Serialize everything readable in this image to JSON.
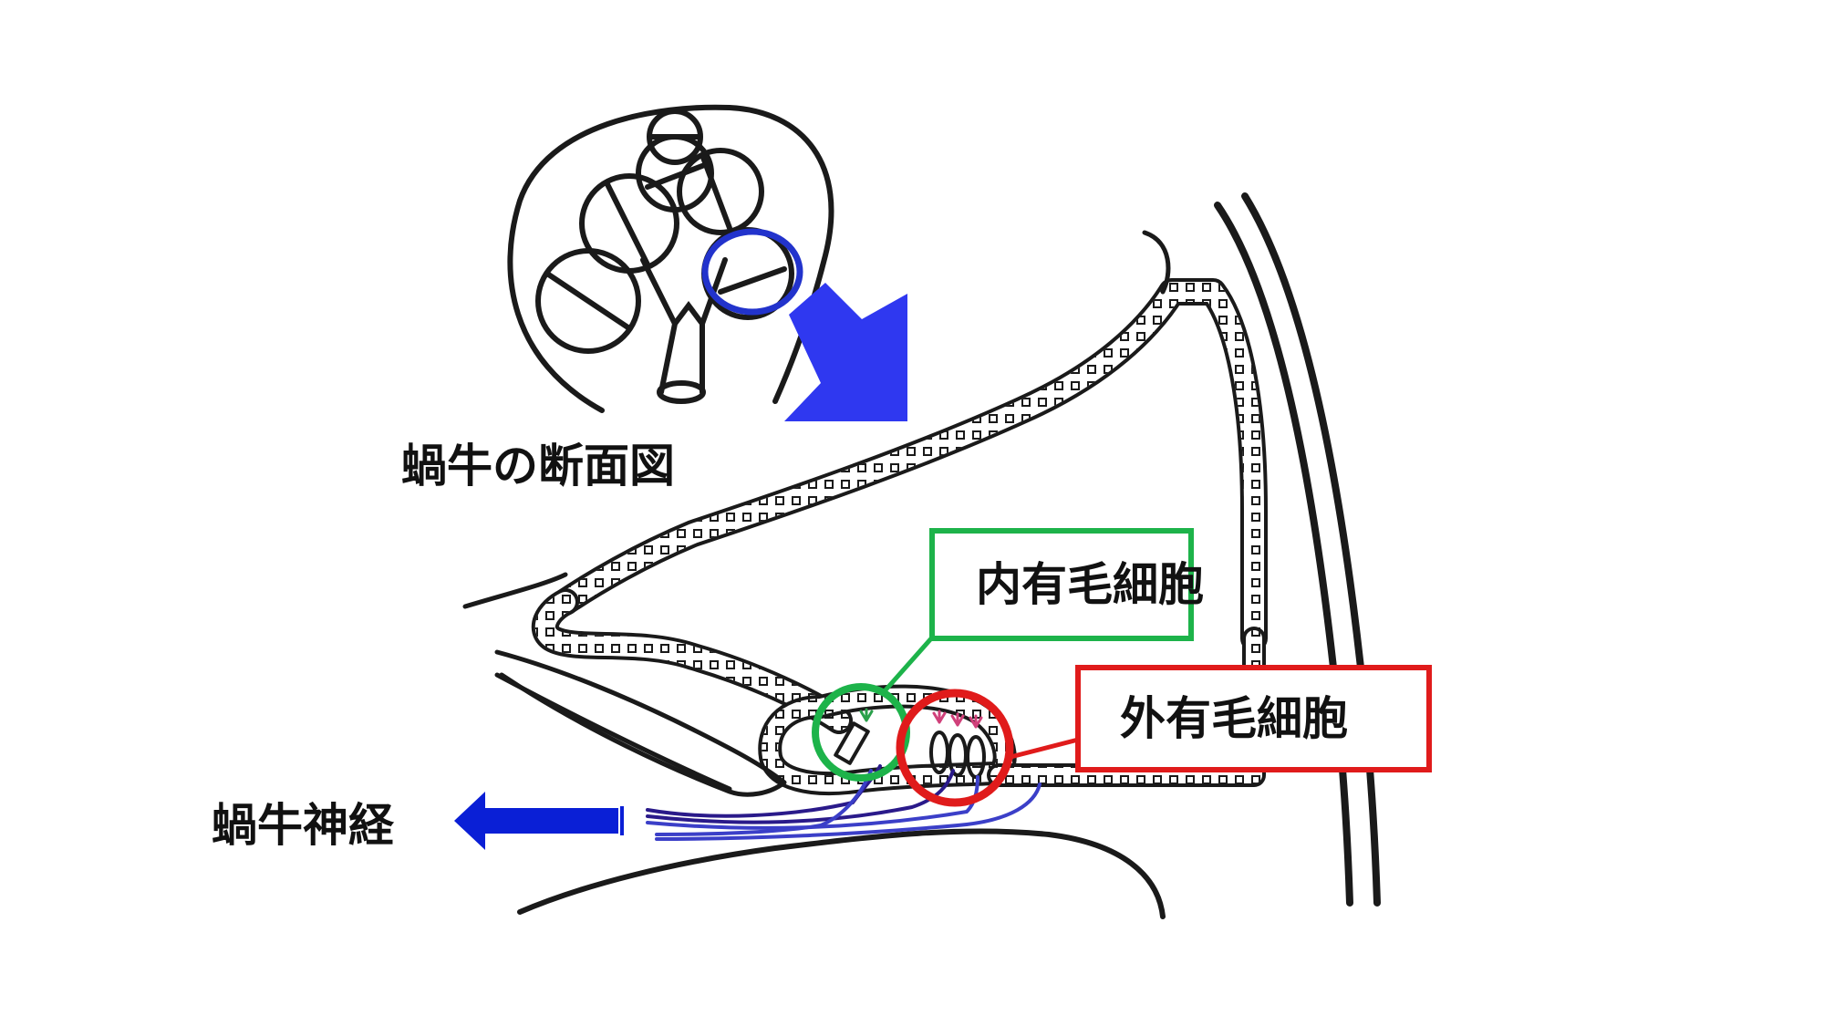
{
  "labels": {
    "cross_section": "蝸牛の断面図",
    "inner_hair_cells": "内有毛細胞",
    "outer_hair_cells": "外有毛細胞",
    "cochlear_nerve": "蝸牛神経"
  },
  "colors": {
    "line": "#1a1a1a",
    "inner_highlight": "#1db34a",
    "outer_highlight": "#e01b1b",
    "arrow_blue": "#2f38f0",
    "nerve_arrow": "#0a1fd6",
    "nerve_fibers": "#3b3fc8",
    "nerve_fibers_dark": "#2a1a8a",
    "locator_circle": "#2233cc",
    "hair_pink": "#d0407a",
    "hair_green": "#2aa04a"
  }
}
